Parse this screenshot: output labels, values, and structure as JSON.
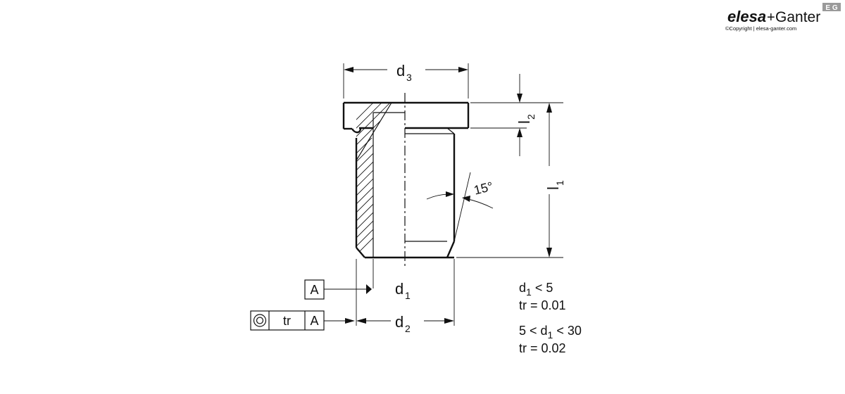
{
  "brand": {
    "name_part1": "elesa",
    "name_plus": "+",
    "name_part2": "Ganter",
    "badge": "E G",
    "copyright": "©Copyright | elesa-ganter.com",
    "color_primary": "#8a8a8a",
    "color_badge": "#9a9a9a"
  },
  "dimensions": {
    "d1": {
      "main": "d",
      "sub": "1"
    },
    "d2": {
      "main": "d",
      "sub": "2"
    },
    "d3": {
      "main": "d",
      "sub": "3"
    },
    "l1": {
      "main": "l",
      "sub": "1"
    },
    "l2": {
      "main": "l",
      "sub": "2"
    },
    "angle": "15°"
  },
  "datum": {
    "label": "A"
  },
  "tolerance_frame": {
    "symbol": "concentricity-icon",
    "value": "tr",
    "reference": "A"
  },
  "notes": [
    {
      "line1_prefix": "d",
      "line1_sub": "1",
      "line1_suffix": " < 5",
      "line2": "tr  = 0.01"
    },
    {
      "line1_prefix": "5 < d",
      "line1_sub": "1",
      "line1_suffix": " < 30",
      "line2": "tr  = 0.02"
    }
  ]
}
